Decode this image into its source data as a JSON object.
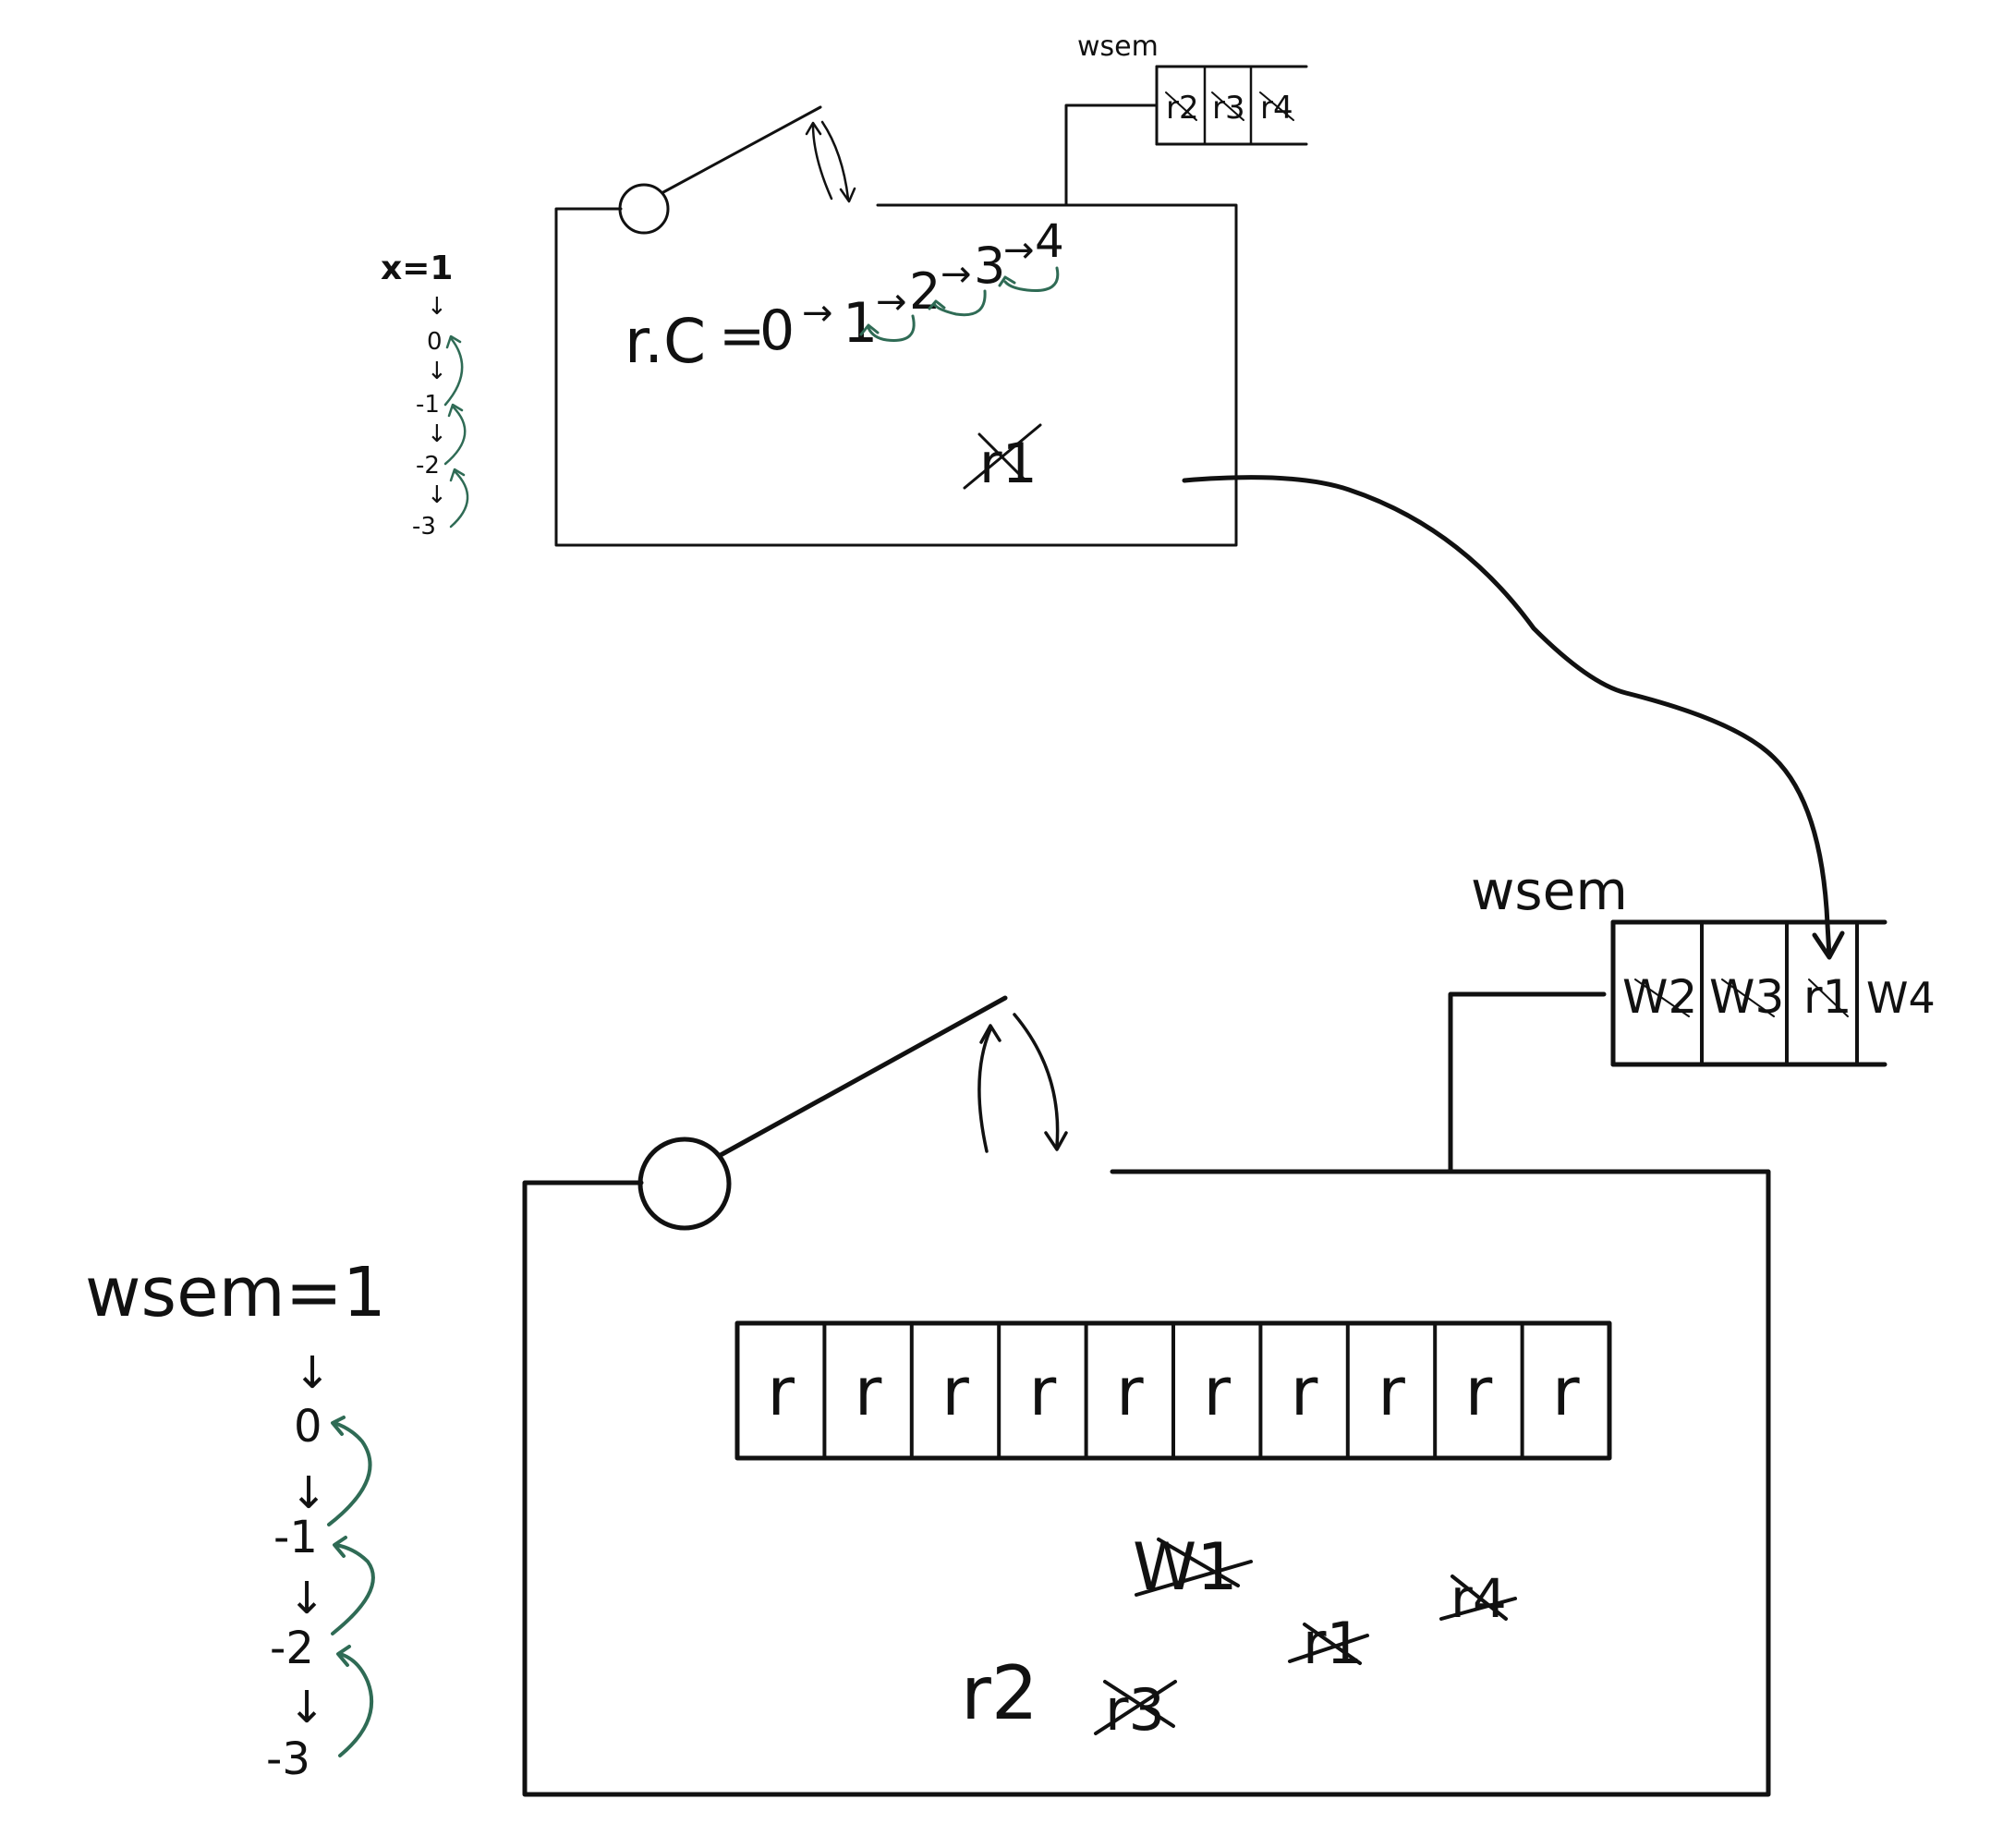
{
  "colors": {
    "ink": "#111111",
    "annotation_green": "#2f6b55",
    "background": "#ffffff"
  },
  "top_diagram": {
    "queue_label": "wsem",
    "queue_cells": [
      "r2",
      "r3",
      "r4"
    ],
    "counter_label": "r.C",
    "counter_sequence": [
      "0",
      "1",
      "2",
      "3",
      "4"
    ],
    "crossed_item": "r1",
    "x_sequence": {
      "label": "x=1",
      "values": [
        "0",
        "-1",
        "-2",
        "-3"
      ]
    }
  },
  "bottom_diagram": {
    "queue_label": "wsem",
    "queue_cells": [
      "W2",
      "W3",
      "r1"
    ],
    "queue_overflow": "W4",
    "reader_slots": [
      "r",
      "r",
      "r",
      "r",
      "r",
      "r",
      "r",
      "r",
      "r",
      "r"
    ],
    "active_item": "r2",
    "crossed_items": [
      "W1",
      "r1",
      "r3",
      "r4"
    ],
    "wsem_sequence": {
      "label": "wsem=1",
      "values": [
        "0",
        "-1",
        "-2",
        "-3"
      ]
    }
  }
}
